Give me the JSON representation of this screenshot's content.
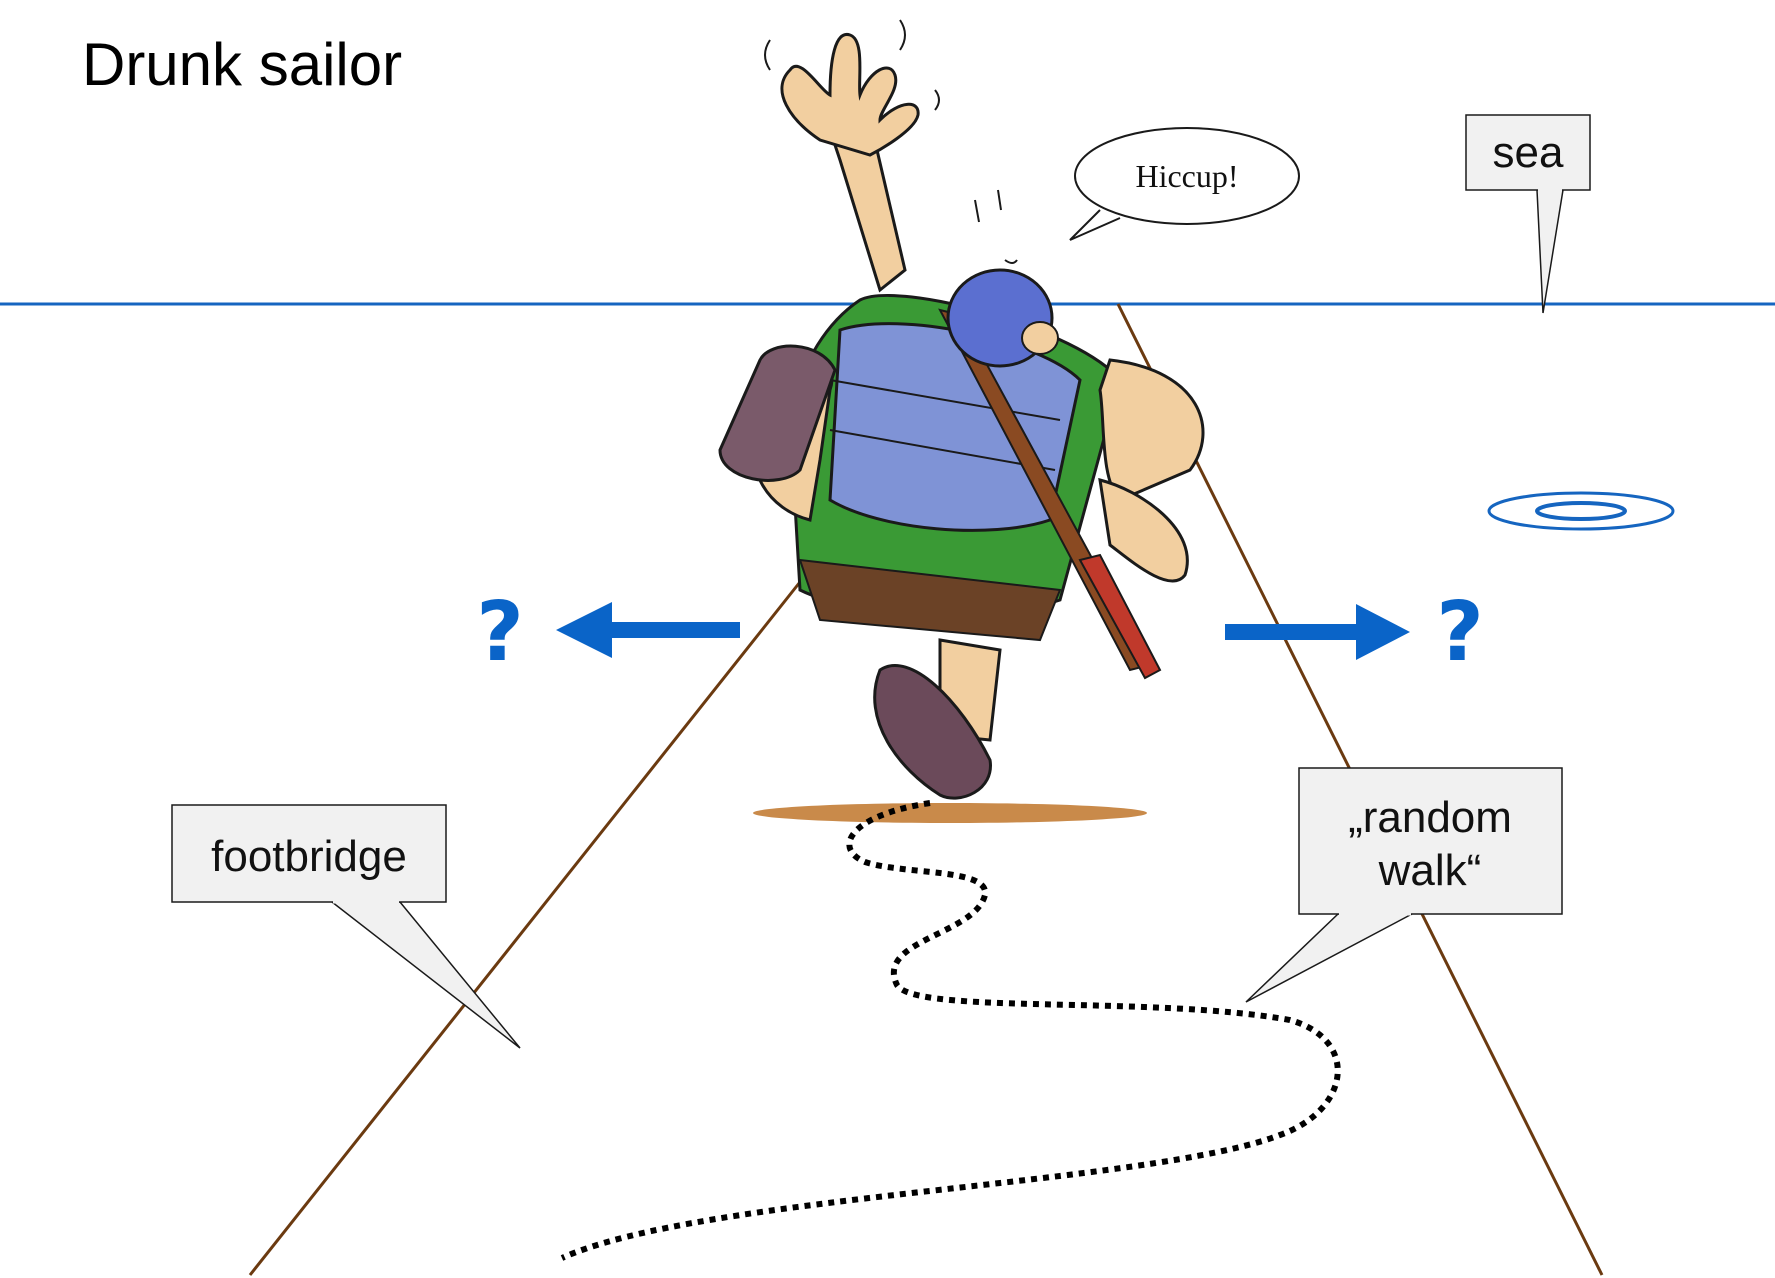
{
  "title": "Drunk sailor",
  "speech_bubble": {
    "text": "Hiccup!"
  },
  "labels": {
    "sea": "sea",
    "footbridge": "footbridge",
    "random_walk_line1": "„random",
    "random_walk_line2": "walk“"
  },
  "direction_markers": {
    "left": "?",
    "right": "?"
  },
  "colors": {
    "sea_line": "#1565c0",
    "footbridge": "#6b3a10",
    "arrow": "#0a64c8",
    "ground_spot": "#c98a4a",
    "callout_fill": "#f1f1f1"
  }
}
